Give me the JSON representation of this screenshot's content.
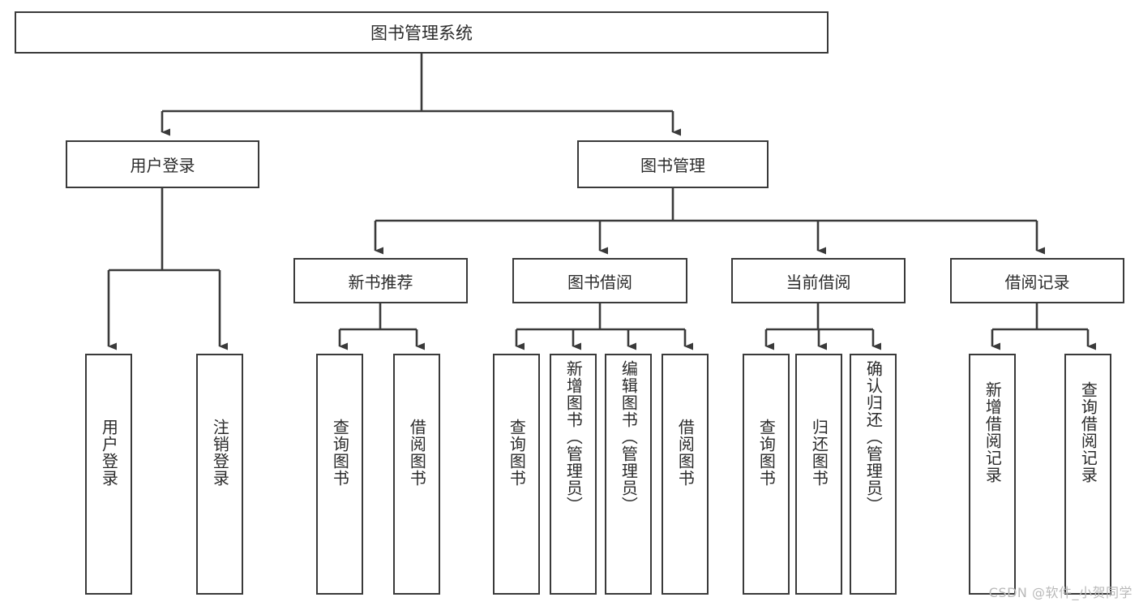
{
  "diagram": {
    "type": "tree",
    "title": "图书管理系统",
    "watermark": "CSDN @软件_小贺同学",
    "colors": {
      "border": "#3a3a3a",
      "text": "#2b2b2b",
      "background": "#ffffff",
      "watermark": "#b9b9b9"
    },
    "root": {
      "label": "图书管理系统"
    },
    "level2": [
      {
        "label": "用户登录"
      },
      {
        "label": "图书管理"
      }
    ],
    "level3": [
      {
        "label": "新书推荐"
      },
      {
        "label": "图书借阅"
      },
      {
        "label": "当前借阅"
      },
      {
        "label": "借阅记录"
      }
    ],
    "leaves": {
      "user_login": [
        {
          "label": "用户登录"
        },
        {
          "label": "注销登录"
        }
      ],
      "new_book": [
        {
          "label": "查询图书"
        },
        {
          "label": "借阅图书"
        }
      ],
      "book_borrow": [
        {
          "label": "查询图书"
        },
        {
          "label": "新增图书（管理员）"
        },
        {
          "label": "编辑图书（管理员）"
        },
        {
          "label": "借阅图书"
        }
      ],
      "current_borrow": [
        {
          "label": "查询图书"
        },
        {
          "label": "归还图书"
        },
        {
          "label": "确认归还（管理员）"
        }
      ],
      "borrow_record": [
        {
          "label": "新增借阅记录"
        },
        {
          "label": "查询借阅记录"
        }
      ]
    }
  }
}
